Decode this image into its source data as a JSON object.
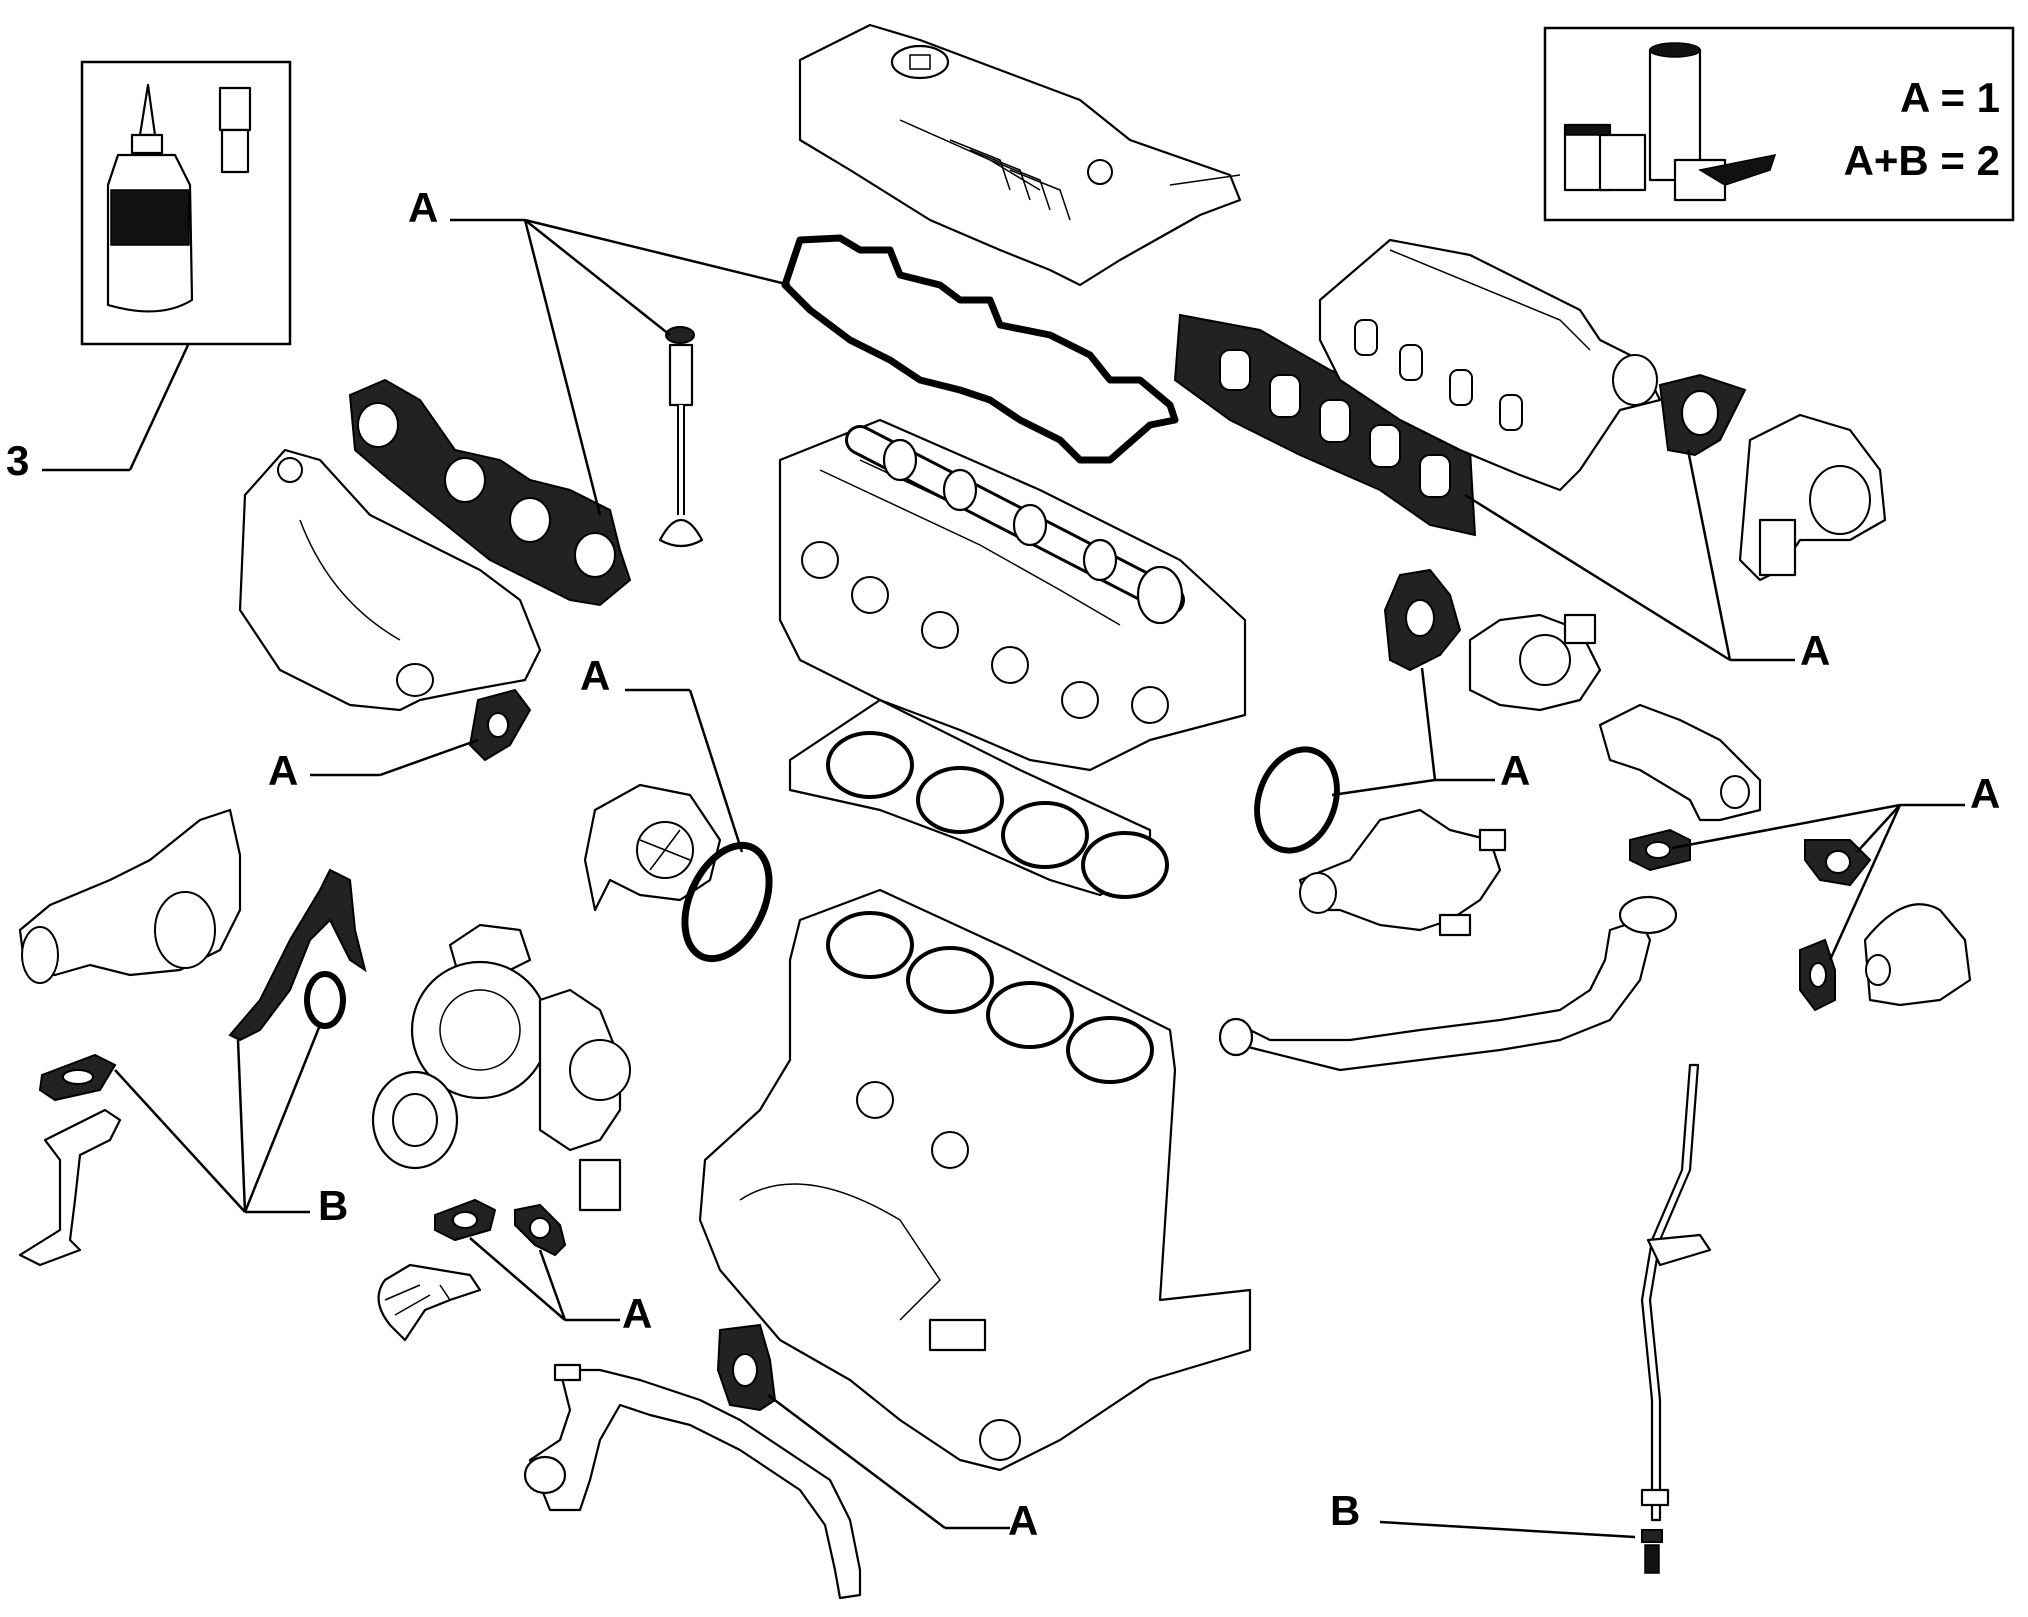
{
  "legend": {
    "line1": "A = 1",
    "line2": "A+B = 2"
  },
  "sealant": {
    "callout": "3"
  },
  "callouts": {
    "a_top": "A",
    "a_exhaust": "A",
    "a_waterpump": "A",
    "a_intake": "A",
    "a_thermostat": "A",
    "a_egr": "A",
    "a_turbo": "A",
    "a_pipe": "A",
    "b_left": "B",
    "b_dipstick": "B"
  }
}
